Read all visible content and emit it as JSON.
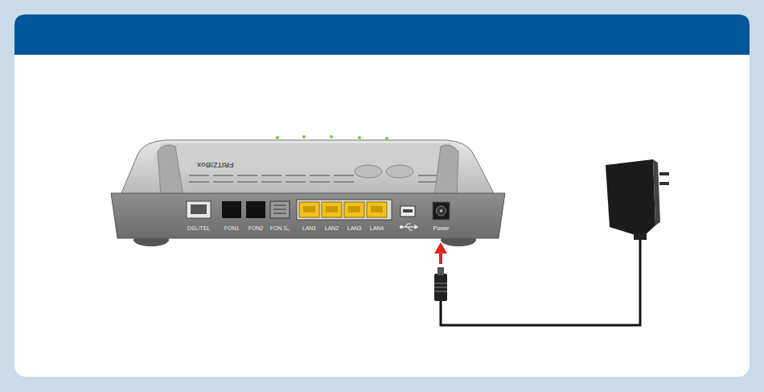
{
  "diagram": {
    "labels": [
      "FRITZ!Box",
      "DSL/TEL",
      "FON1",
      "FON2",
      "FON S₀",
      "LAN1",
      "LAN2",
      "LAN3",
      "LAN4",
      "Power"
    ]
  }
}
